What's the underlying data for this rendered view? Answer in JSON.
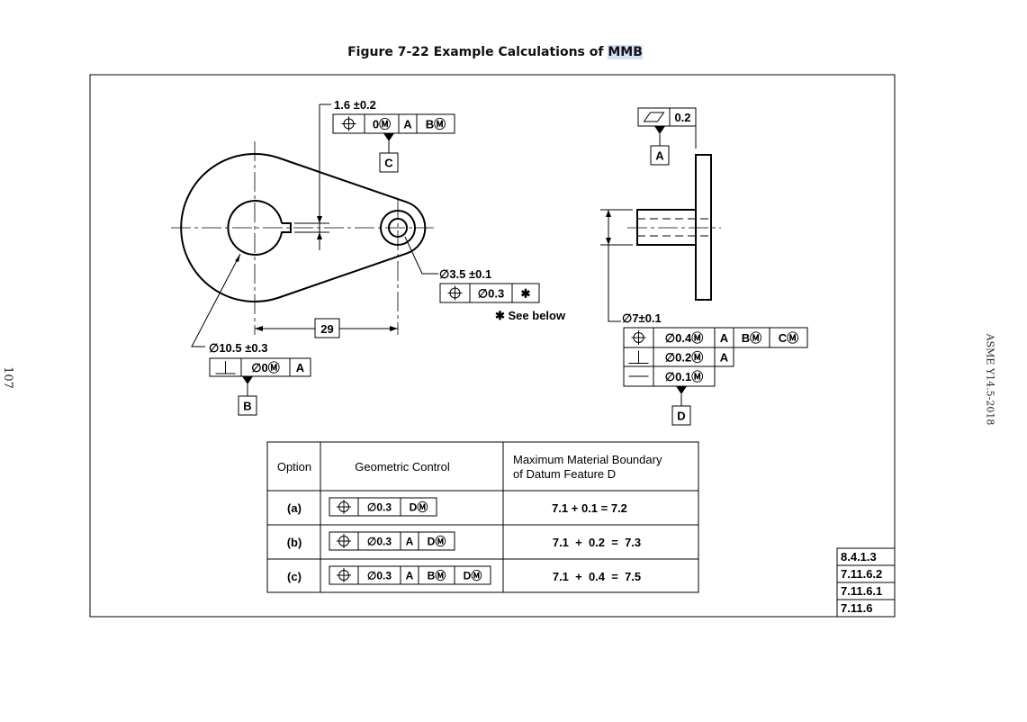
{
  "page": {
    "title_prefix": "Figure 7-22 Example Calculations of ",
    "title_highlight": "MMB",
    "page_number": "107",
    "running_head": "ASME Y14.5-2018",
    "highlight_color": "#cfe0f7"
  },
  "drawing": {
    "slot_dim": "1.6 ±0.2",
    "hole_b_dim": "∅10.5 ±0.3",
    "small_hole_dim": "∅3.5 ±0.1",
    "see_below": "✱ See below",
    "center_distance": "29",
    "boss_dim": "∅7±0.1",
    "datums": {
      "A": "A",
      "B": "B",
      "C": "C",
      "D": "D"
    },
    "fcfs": {
      "slot": [
        {
          "symbol": "position"
        },
        {
          "text": "0Ⓜ"
        },
        {
          "text": "A"
        },
        {
          "text": "BⓂ"
        }
      ],
      "hole_b": [
        {
          "symbol": "perpendicularity"
        },
        {
          "text": "∅0Ⓜ"
        },
        {
          "text": "A"
        }
      ],
      "small_hole": [
        {
          "symbol": "position"
        },
        {
          "text": "∅0.3"
        },
        {
          "text": "✱"
        }
      ],
      "flange": [
        {
          "symbol": "flatness"
        },
        {
          "text": "0.2"
        }
      ],
      "boss_1": [
        {
          "symbol": "position"
        },
        {
          "text": "∅0.4Ⓜ"
        },
        {
          "text": "A"
        },
        {
          "text": "BⓂ"
        },
        {
          "text": "CⓂ"
        }
      ],
      "boss_2": [
        {
          "symbol": "perpendicularity"
        },
        {
          "text": "∅0.2Ⓜ"
        },
        {
          "text": "A"
        }
      ],
      "boss_3": [
        {
          "symbol": "straightness"
        },
        {
          "text": "∅0.1Ⓜ"
        }
      ],
      "opt_a": [
        {
          "symbol": "position"
        },
        {
          "text": "∅0.3"
        },
        {
          "text": "DⓂ"
        }
      ],
      "opt_b": [
        {
          "symbol": "position"
        },
        {
          "text": "∅0.3"
        },
        {
          "text": "A"
        },
        {
          "text": "DⓂ"
        }
      ],
      "opt_c": [
        {
          "symbol": "position"
        },
        {
          "text": "∅0.3"
        },
        {
          "text": "A"
        },
        {
          "text": "BⓂ"
        },
        {
          "text": "DⓂ"
        }
      ]
    }
  },
  "table": {
    "headers": [
      "Option",
      "Geometric Control",
      "Maximum Material Boundary",
      "of Datum Feature D"
    ],
    "rows": [
      {
        "option": "(a)",
        "mmb": "7.1 + 0.1 = 7.2"
      },
      {
        "option": "(b)",
        "mmb": "7.1  +  0.2  =  7.3"
      },
      {
        "option": "(c)",
        "mmb": "7.1  +  0.4  =  7.5"
      }
    ]
  },
  "references": [
    "8.4.1.3",
    "7.11.6.2",
    "7.11.6.1",
    "7.11.6"
  ]
}
